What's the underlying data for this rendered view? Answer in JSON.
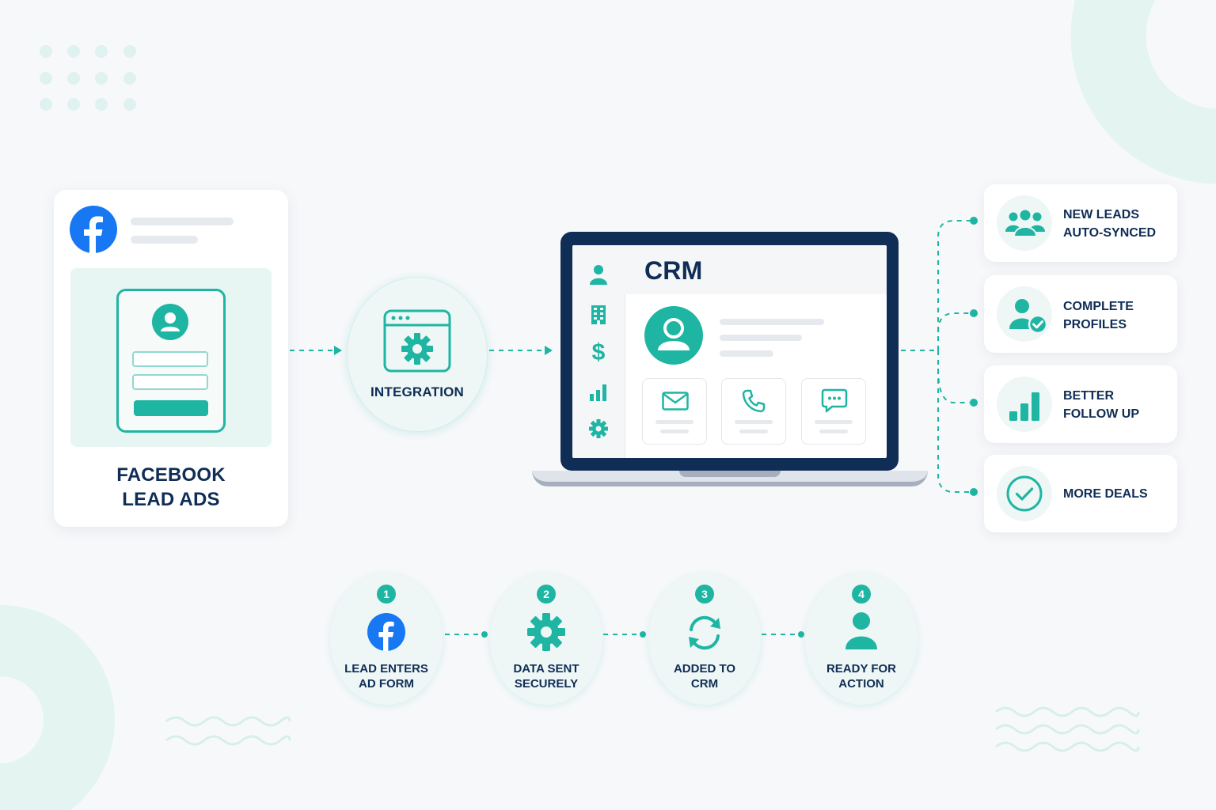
{
  "source": {
    "title_line1": "FACEBOOK",
    "title_line2": "LEAD ADS",
    "logo": "facebook-icon"
  },
  "integration": {
    "label": "INTEGRATION",
    "icon": "gear-window-icon"
  },
  "crm": {
    "title": "CRM",
    "sidebar_icons": [
      "user-icon",
      "building-icon",
      "dollar-icon",
      "bar-chart-icon",
      "gear-icon"
    ],
    "action_icons": [
      "mail-icon",
      "phone-icon",
      "chat-icon"
    ]
  },
  "benefits": [
    {
      "line1": "NEW LEADS",
      "line2": "AUTO-SYNCED",
      "icon": "group-icon"
    },
    {
      "line1": "COMPLETE",
      "line2": "PROFILES",
      "icon": "user-check-icon"
    },
    {
      "line1": "BETTER",
      "line2": "FOLLOW UP",
      "icon": "bar-chart-icon"
    },
    {
      "line1": "MORE DEALS",
      "line2": "",
      "icon": "check-circle-icon"
    }
  ],
  "steps": [
    {
      "num": "1",
      "line1": "LEAD ENTERS",
      "line2": "AD FORM",
      "icon": "facebook-icon"
    },
    {
      "num": "2",
      "line1": "DATA SENT",
      "line2": "SECURELY",
      "icon": "gear-icon"
    },
    {
      "num": "3",
      "line1": "ADDED TO",
      "line2": "CRM",
      "icon": "sync-icon"
    },
    {
      "num": "4",
      "line1": "READY FOR",
      "line2": "ACTION",
      "icon": "user-icon"
    }
  ],
  "colors": {
    "accent": "#1fb5a3",
    "navy": "#0f2d55",
    "facebook": "#1877f2",
    "background": "#f7f8fa"
  }
}
